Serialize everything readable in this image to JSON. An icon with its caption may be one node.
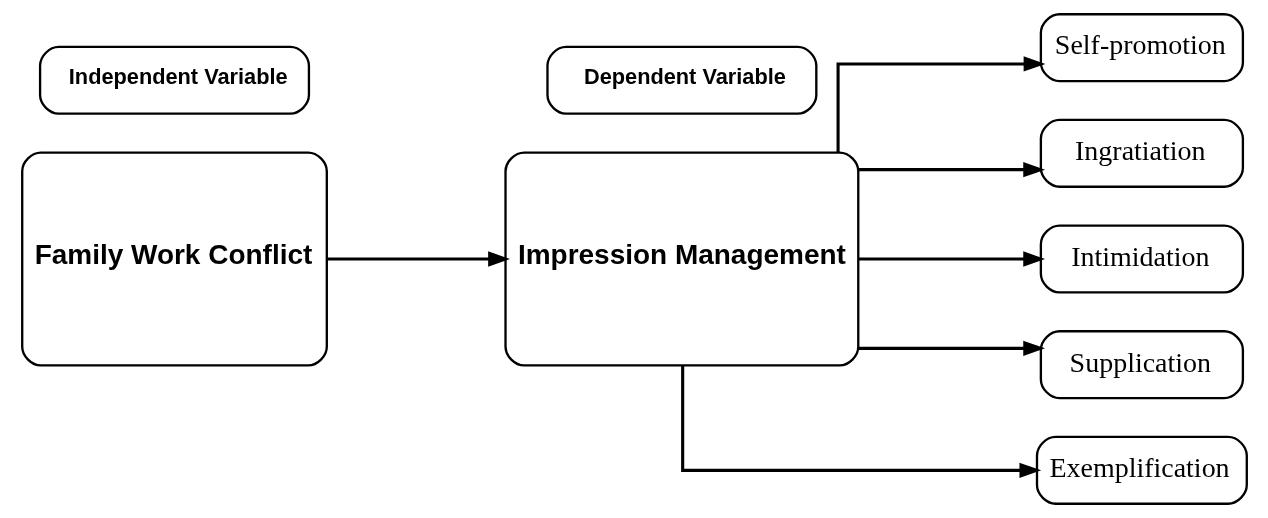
{
  "diagram": {
    "nodes": [
      {
        "text": [
          "Family Work Conflict"
        ]
      },
      {
        "text": [
          "Impression Management"
        ]
      },
      {
        "text": [
          "Self-promotion"
        ]
      },
      {
        "text": [
          "Ingratiation"
        ]
      },
      {
        "text": [
          "Intimidation"
        ]
      },
      {
        "text": [
          "Supplication"
        ]
      },
      {
        "text": [
          "Exemplification"
        ]
      },
      {
        "text": [
          "Independent Variable"
        ]
      },
      {
        "text": [
          "Dependent Variable"
        ]
      }
    ],
    "edges": [
      {
        "from": 0,
        "to": 1,
        "arrow": "to"
      },
      {
        "from": 1,
        "to": 2,
        "arrow": "to"
      },
      {
        "from": 1,
        "to": 3,
        "arrow": "to"
      },
      {
        "from": 1,
        "to": 4,
        "arrow": "to"
      },
      {
        "from": 1,
        "to": 5,
        "arrow": "to"
      },
      {
        "from": 1,
        "to": 6,
        "arrow": "to"
      }
    ]
  }
}
